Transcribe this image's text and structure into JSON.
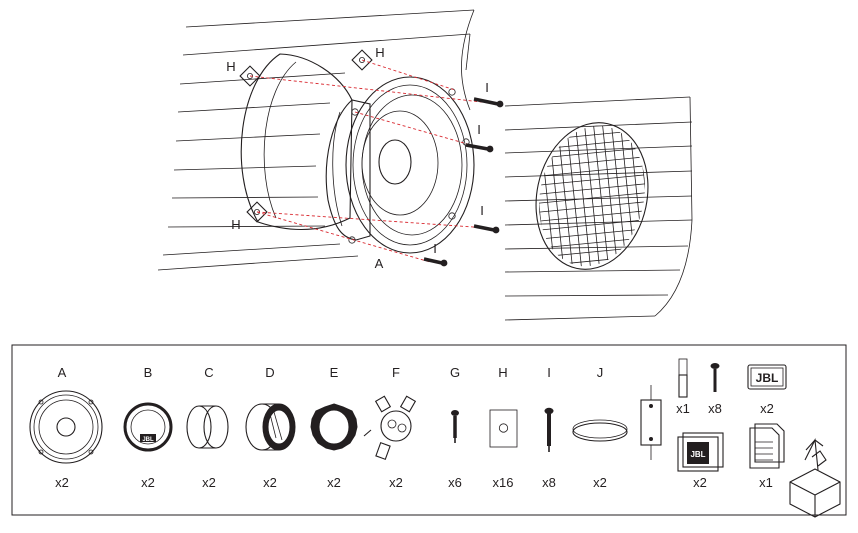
{
  "diagram": {
    "callouts": {
      "h_top_left": "H",
      "h_top_right": "H",
      "h_bottom": "H",
      "i_1": "I",
      "i_2": "I",
      "i_3": "I",
      "i_4": "I",
      "a_speaker": "A"
    }
  },
  "parts": [
    {
      "id": "A",
      "label": "A",
      "qty": "x2",
      "icon": "woofer-icon"
    },
    {
      "id": "B",
      "label": "B",
      "qty": "x2",
      "icon": "tweeter-ring-icon"
    },
    {
      "id": "C",
      "label": "C",
      "qty": "x2",
      "icon": "spacer-ring-icon"
    },
    {
      "id": "D",
      "label": "D",
      "qty": "x2",
      "icon": "mount-adapter-icon"
    },
    {
      "id": "E",
      "label": "E",
      "qty": "x2",
      "icon": "gear-ring-icon"
    },
    {
      "id": "F",
      "label": "F",
      "qty": "x2",
      "icon": "tweeter-mount-icon"
    },
    {
      "id": "G",
      "label": "G",
      "qty": "x6",
      "icon": "screw-icon"
    },
    {
      "id": "H",
      "label": "H",
      "qty": "x16",
      "icon": "clip-plate-icon"
    },
    {
      "id": "I",
      "label": "I",
      "qty": "x8",
      "icon": "screw-icon"
    },
    {
      "id": "J",
      "label": "J",
      "qty": "x2",
      "icon": "tie-loop-icon"
    }
  ],
  "extras": {
    "pin_qty": "x1",
    "small_screw_qty": "x8",
    "logo_badge_qty": "x2",
    "logo_badge_text": "JBL",
    "crossover_label_text": "JBL",
    "crossover_qty": "x2",
    "manual_qty": "x1"
  }
}
